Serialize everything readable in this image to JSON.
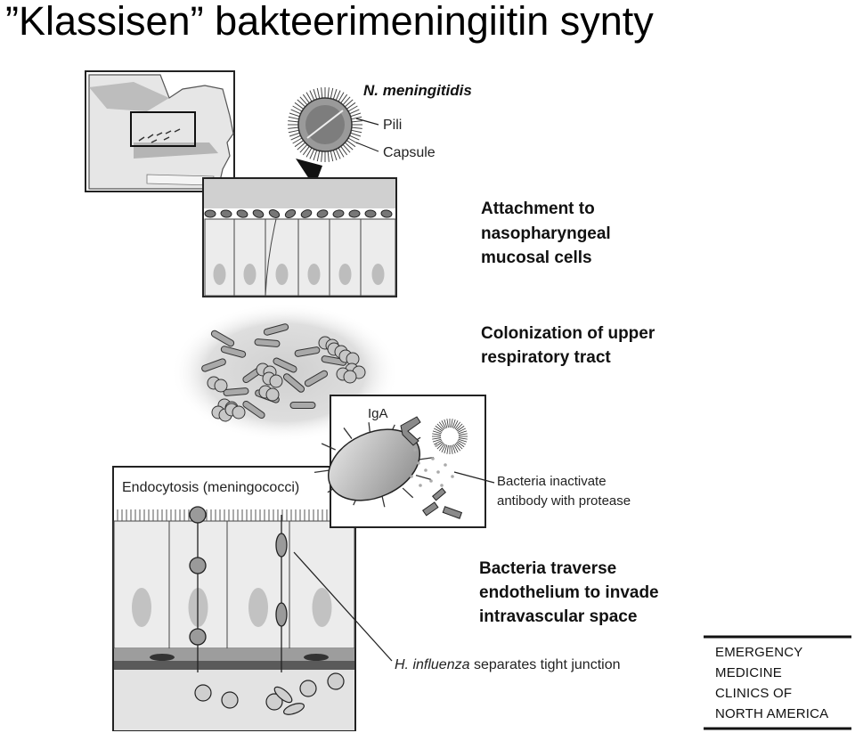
{
  "title": "”Klassisen” bakteerimeningiitin synty",
  "labels": {
    "organism": "N. meningitidis",
    "pili": "Pili",
    "capsule": "Capsule",
    "attachment": [
      "Attachment to",
      "nasopharyngeal",
      "mucosal cells"
    ],
    "colonization": [
      "Colonization of upper",
      "respiratory tract"
    ],
    "iga": "IgA",
    "protease": [
      "Bacteria inactivate",
      "antibody with protease"
    ],
    "endocytosis": "Endocytosis (meningococci)",
    "traverse": [
      "Bacteria traverse",
      "endothelium to invade",
      "intravascular space"
    ],
    "h_influenza_name": "H. influenza",
    "h_influenza_rest": " separates tight junction"
  },
  "logo": {
    "lines": [
      "EMERGENCY",
      "MEDICINE",
      "CLINICS OF",
      "NORTH AMERICA"
    ]
  },
  "colors": {
    "line": "#222222",
    "cell_fill": "#e9e9e9",
    "nucleus": "#bcbcbc",
    "dark_band": "#555555",
    "skin": "#dcdcdc"
  }
}
